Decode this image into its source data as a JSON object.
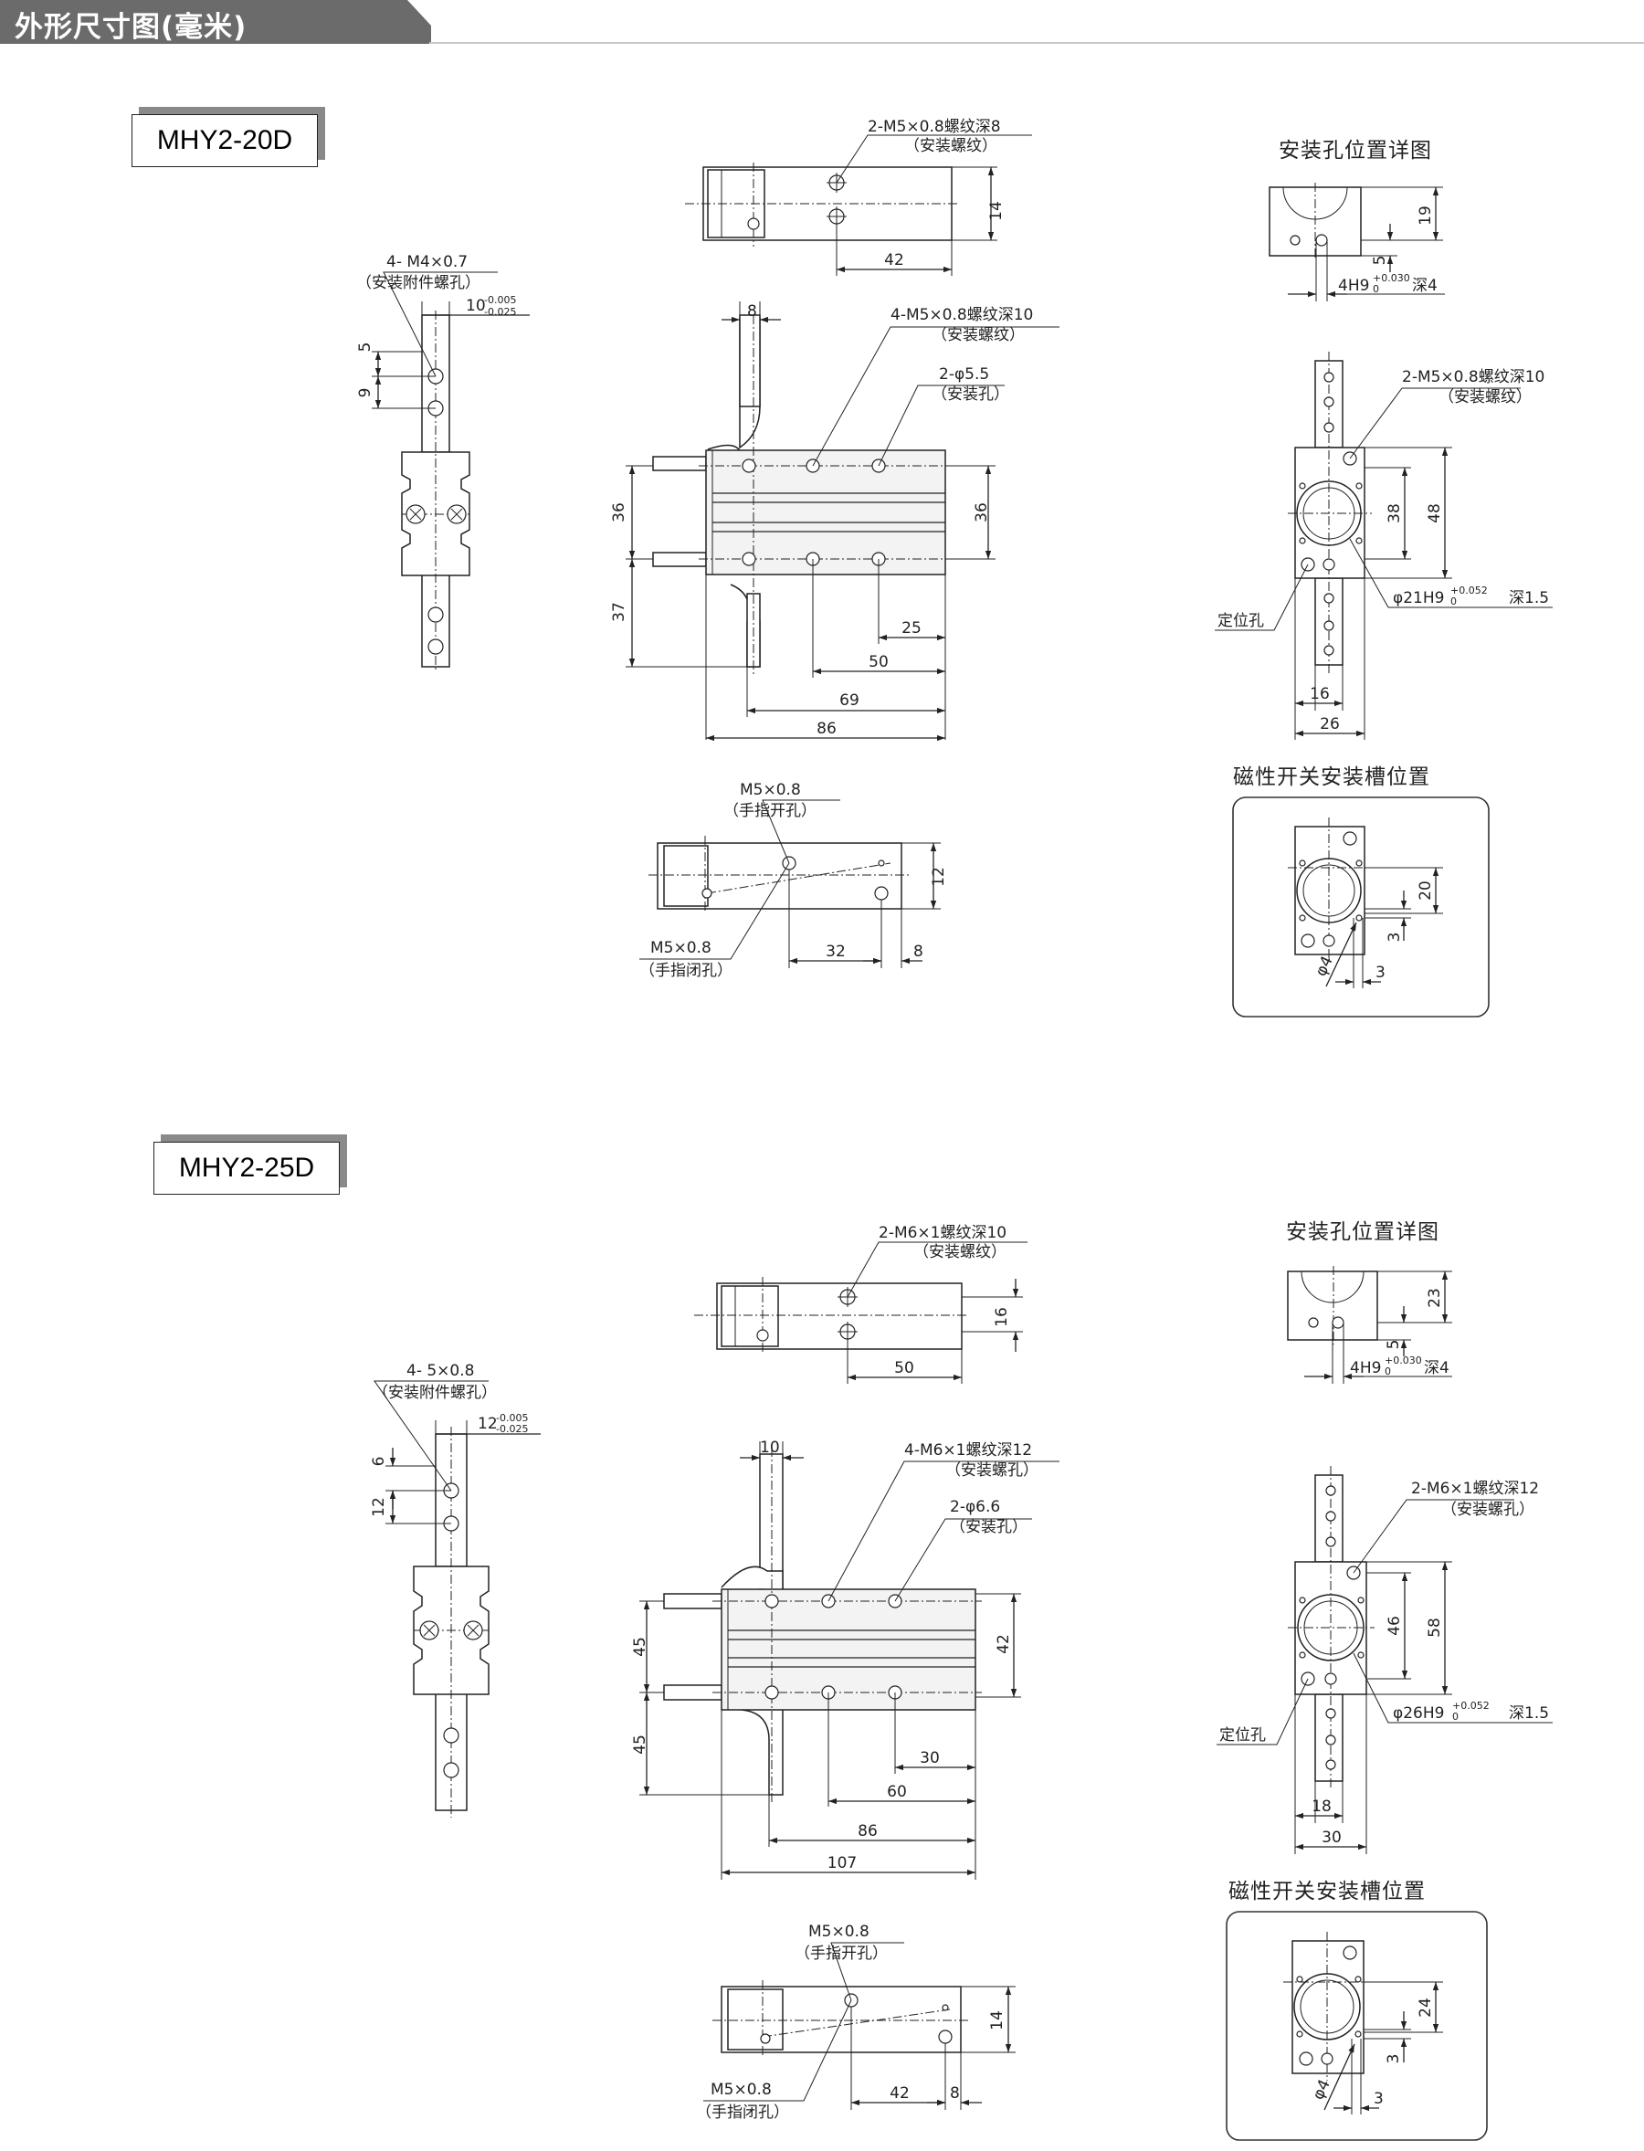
{
  "header": {
    "title": "外形尺寸图(毫米)",
    "tab_color": "#6b6b6b"
  },
  "models": [
    {
      "name": "MHY2-20D",
      "top_view": {
        "thread_note": "2-M5×0.8螺纹深8",
        "thread_sub": "（安装螺纹）",
        "dim_14": "14",
        "dim_42": "42"
      },
      "side_view": {
        "note": "4- M4×0.7",
        "note_sub": "（安装附件螺孔）",
        "tol_base": "10",
        "tol_upper": "-0.005",
        "tol_lower": "-0.025",
        "dim_5": "5",
        "dim_9": "9"
      },
      "front_view": {
        "dim_8": "8",
        "thread_note": "4-M5×0.8螺纹深10",
        "thread_sub": "（安装螺纹）",
        "hole_note": "2-φ5.5",
        "hole_sub": "（安装孔）",
        "dim_36_left": "36",
        "dim_37": "37",
        "dim_36_right": "36",
        "dim_25": "25",
        "dim_50": "50",
        "dim_69": "69",
        "dim_86": "86"
      },
      "finger_view": {
        "open_note": "M5×0.8",
        "open_sub": "（手指开孔）",
        "close_note": "M5×0.8",
        "close_sub": "（手指闭孔）",
        "dim_12": "12",
        "dim_32": "32",
        "dim_8": "8"
      },
      "mount_detail": {
        "title": "安装孔位置详图",
        "dim_19": "19",
        "dim_5": "5",
        "pin": "4H9",
        "pin_upper": "+0.030",
        "pin_lower": "0",
        "pin_depth": "深4"
      },
      "end_view": {
        "thread_note": "2-M5×0.8螺纹深10",
        "thread_sub": "（安装螺纹）",
        "dim_38": "38",
        "dim_48": "48",
        "bore": "φ21H9",
        "bore_upper": "+0.052",
        "bore_lower": "0",
        "bore_depth": "深1.5",
        "locate": "定位孔",
        "dim_16": "16",
        "dim_26": "26"
      },
      "switch_slot": {
        "title": "磁性开关安装槽位置",
        "dim_20": "20",
        "dim_3a": "3",
        "dim_phi4": "φ4",
        "dim_3b": "3"
      }
    },
    {
      "name": "MHY2-25D",
      "top_view": {
        "thread_note": "2-M6×1螺纹深10",
        "thread_sub": "（安装螺纹）",
        "dim_16": "16",
        "dim_50": "50"
      },
      "side_view": {
        "note": "4- 5×0.8",
        "note_sub": "（安装附件螺孔）",
        "tol_base": "12",
        "tol_upper": "-0.005",
        "tol_lower": "-0.025",
        "dim_6": "6",
        "dim_12": "12"
      },
      "front_view": {
        "dim_10": "10",
        "thread_note": "4-M6×1螺纹深12",
        "thread_sub": "（安装螺孔）",
        "hole_note": "2-φ6.6",
        "hole_sub": "（安装孔）",
        "dim_45_top": "45",
        "dim_45_bottom": "45",
        "dim_42": "42",
        "dim_30": "30",
        "dim_60": "60",
        "dim_86": "86",
        "dim_107": "107"
      },
      "finger_view": {
        "open_note": "M5×0.8",
        "open_sub": "（手指开孔）",
        "close_note": "M5×0.8",
        "close_sub": "（手指闭孔）",
        "dim_14": "14",
        "dim_42": "42",
        "dim_8": "8"
      },
      "mount_detail": {
        "title": "安装孔位置详图",
        "dim_23": "23",
        "dim_5": "5",
        "pin": "4H9",
        "pin_upper": "+0.030",
        "pin_lower": "0",
        "pin_depth": "深4"
      },
      "end_view": {
        "thread_note": "2-M6×1螺纹深12",
        "thread_sub": "（安装螺孔）",
        "dim_46": "46",
        "dim_58": "58",
        "bore": "φ26H9",
        "bore_upper": "+0.052",
        "bore_lower": "0",
        "bore_depth": "深1.5",
        "locate": "定位孔",
        "dim_18": "18",
        "dim_30": "30"
      },
      "switch_slot": {
        "title": "磁性开关安装槽位置",
        "dim_24": "24",
        "dim_3a": "3",
        "dim_phi4": "φ4",
        "dim_3b": "3"
      }
    }
  ]
}
